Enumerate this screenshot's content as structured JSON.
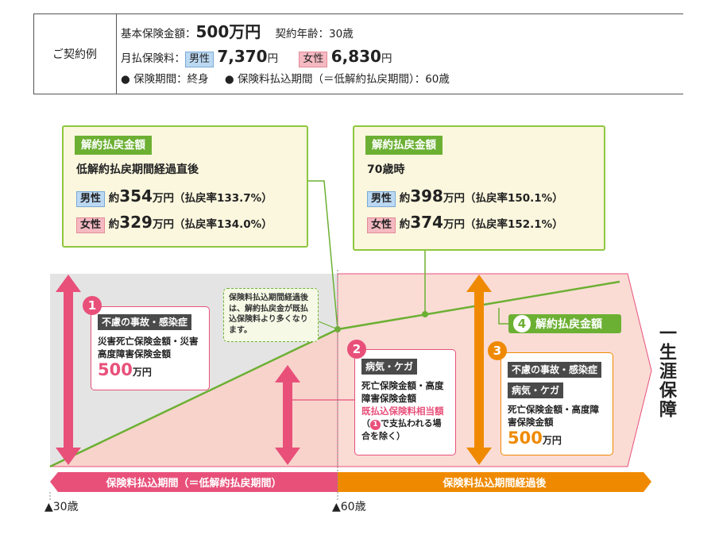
{
  "contract": {
    "label": "ご契約例",
    "basic_label": "基本保険金額：",
    "basic_value": "500万円",
    "age_label": "契約年齢：30歳",
    "premium_label": "月払保険料：",
    "male": "男性",
    "male_premium": "7,370",
    "female": "女性",
    "female_premium": "6,830",
    "yen": "円",
    "bullet1": "● 保険期間：終身",
    "bullet2": "● 保険料払込期間（＝低解約払戻期間）：60歳"
  },
  "refund_left": {
    "header": "解約払戻金額",
    "title": "低解約払戻期間経過直後",
    "male": "男性",
    "male_prefix": "約",
    "male_num": "354",
    "male_suffix": "万円（払戻率133.7%）",
    "female": "女性",
    "female_prefix": "約",
    "female_num": "329",
    "female_suffix": "万円（払戻率134.0%）"
  },
  "refund_right": {
    "header": "解約払戻金額",
    "title": "70歳時",
    "male": "男性",
    "male_prefix": "約",
    "male_num": "398",
    "male_suffix": "万円（払戻率150.1%）",
    "female": "女性",
    "female_prefix": "約",
    "female_num": "374",
    "female_suffix": "万円（払戻率152.1%）"
  },
  "callout": "保険料払込期間経過後は、解約払戻金が既払込保険料より多くなります。",
  "box1": {
    "num": "1",
    "tag": "不慮の事故・感染症",
    "text": "災害死亡保険金額・災害高度障害保険金額",
    "amount": "500",
    "unit": "万円"
  },
  "box2": {
    "num": "2",
    "tag": "病気・ケガ",
    "text": "死亡保険金額・高度障害保険金額",
    "pink_text": "既払込保険料相当額",
    "note_prefix": "（",
    "note_num": "1",
    "note_text": "で支払われる場合を除く）"
  },
  "box3": {
    "num": "3",
    "tag1": "不慮の事故・感染症",
    "tag2": "病気・ケガ",
    "text": "死亡保険金額・高度障害保険金額",
    "amount": "500",
    "unit": "万円"
  },
  "label4": {
    "num": "4",
    "text": "解約払戻金額"
  },
  "lifetime": "一生涯保障",
  "period_left": "保険料払込期間（＝低解約払戻期間）",
  "period_right": "保険料払込期間経過後",
  "age_start": "▲30歳",
  "age_end": "▲60歳",
  "colors": {
    "green": "#6cb033",
    "pink": "#e8507a",
    "orange": "#ef8a00",
    "gray_area": "#e3e3e3",
    "pink_area": "#f9d8d2"
  }
}
